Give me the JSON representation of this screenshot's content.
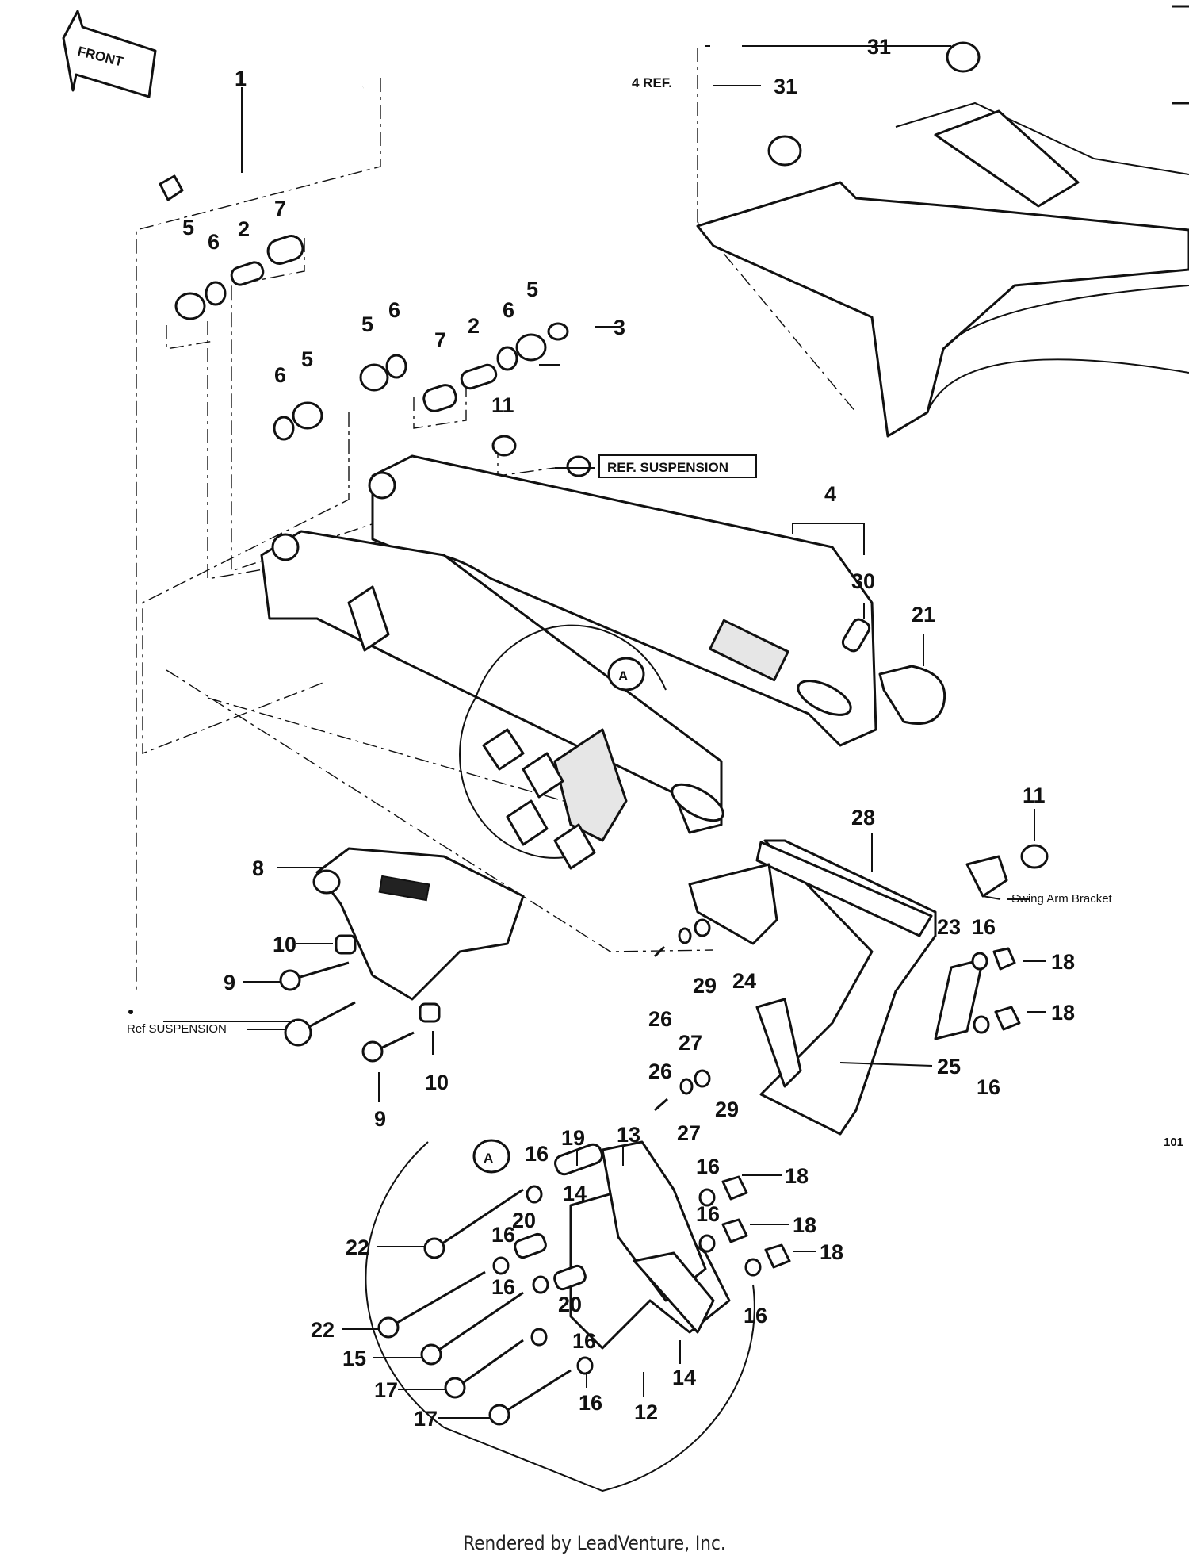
{
  "front_label": "FRONT",
  "callouts": {
    "ref_suspension_box": "REF. SUSPENSION",
    "ref_suspension_bottom": "Ref SUSPENSION",
    "swing_arm_bracket": "Swing Arm Bracket",
    "ref_4": "4 REF.",
    "detail_a_top": "A",
    "detail_a_bottom": "A"
  },
  "page_number": "101",
  "footer": "Rendered by LeadVenture, Inc.",
  "part_numbers": [
    "1",
    "2",
    "5",
    "6",
    "7",
    "5",
    "6",
    "7",
    "2",
    "6",
    "5",
    "3",
    "6",
    "5",
    "11",
    "4",
    "30",
    "21",
    "31",
    "31",
    "28",
    "11",
    "8",
    "10",
    "9",
    "9",
    "10",
    "26",
    "27",
    "29",
    "24",
    "23",
    "16",
    "18",
    "18",
    "16",
    "25",
    "26",
    "27",
    "29",
    "19",
    "16",
    "13",
    "14",
    "16",
    "18",
    "16",
    "18",
    "18",
    "22",
    "16",
    "20",
    "16",
    "20",
    "22",
    "16",
    "15",
    "14",
    "17",
    "16",
    "17",
    "12",
    "16"
  ]
}
